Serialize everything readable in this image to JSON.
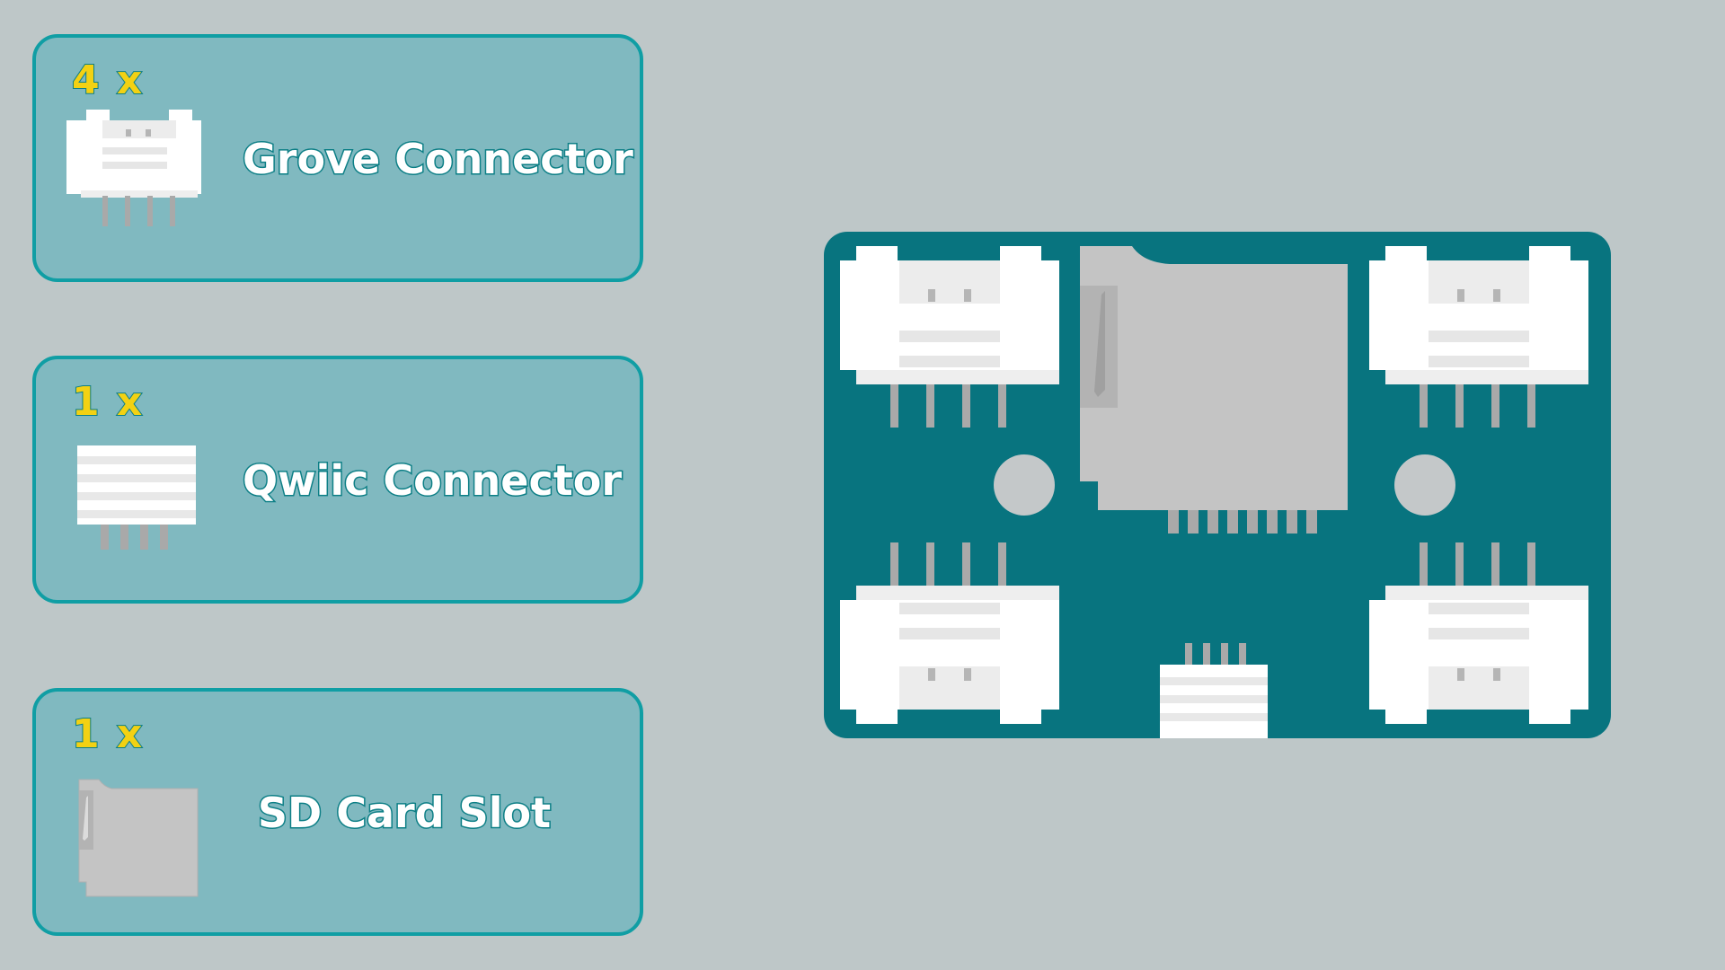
{
  "legend": {
    "items": [
      {
        "count": "4 x",
        "label": "Grove Connector",
        "icon": "grove-connector-icon"
      },
      {
        "count": "1 x",
        "label": "Qwiic Connector",
        "icon": "qwiic-connector-icon"
      },
      {
        "count": "1 x",
        "label": "SD Card Slot",
        "icon": "sd-card-slot-icon"
      }
    ]
  },
  "board": {
    "grove_connectors": 4,
    "qwiic_connectors": 1,
    "sd_card_slots": 1,
    "mounting_holes": 2
  },
  "colors": {
    "background": "#bec7c8",
    "card_fill": "#80b9c0",
    "card_border": "#109ea4",
    "count_text": "#f3d113",
    "label_text": "#ffffff",
    "text_outline": "#0d7f86",
    "board_pcb": "#08747f",
    "connector_white": "#ffffff",
    "sd_slot_gray": "#c4c4c4",
    "pin_gray": "#a9a9a9"
  }
}
